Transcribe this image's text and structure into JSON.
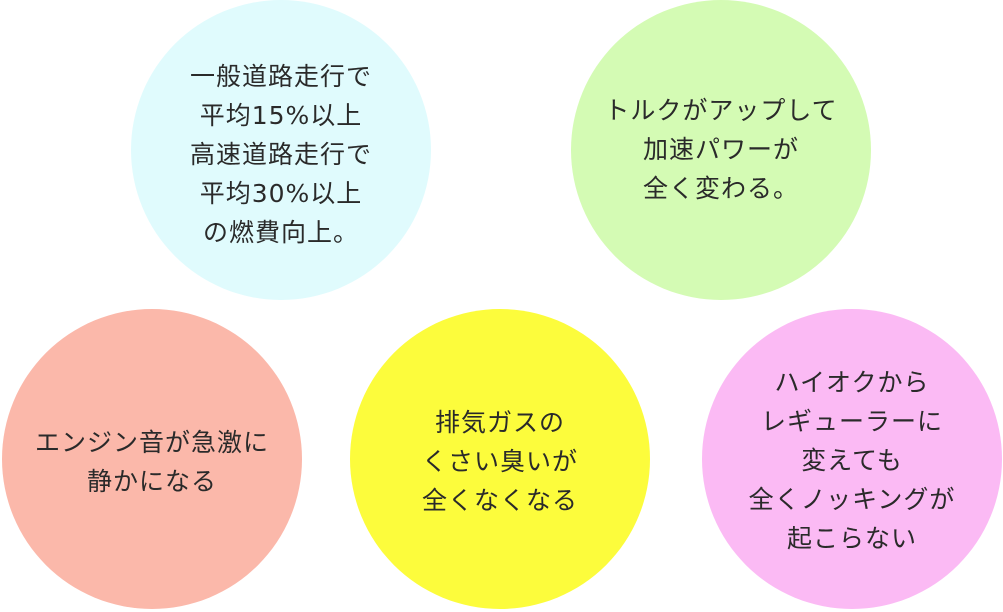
{
  "circles": [
    {
      "color": "#e0fbfd",
      "lines": [
        "一般道路走行で",
        "平均15%以上",
        "高速道路走行で",
        "平均30%以上",
        "の燃費向上。"
      ]
    },
    {
      "color": "#d4fbb4",
      "lines": [
        "トルクがアップして",
        "加速パワーが",
        "全く変わる。"
      ]
    },
    {
      "color": "#fbb8aa",
      "lines": [
        "エンジン音が急激に",
        "静かになる"
      ]
    },
    {
      "color": "#fcfc3c",
      "lines": [
        "排気ガスの",
        "くさい臭いが",
        "全くなくなる"
      ]
    },
    {
      "color": "#fbbaf4",
      "lines": [
        "ハイオクから",
        "レギューラーに",
        "変えても",
        "全くノッキングが",
        "起こらない"
      ]
    }
  ]
}
